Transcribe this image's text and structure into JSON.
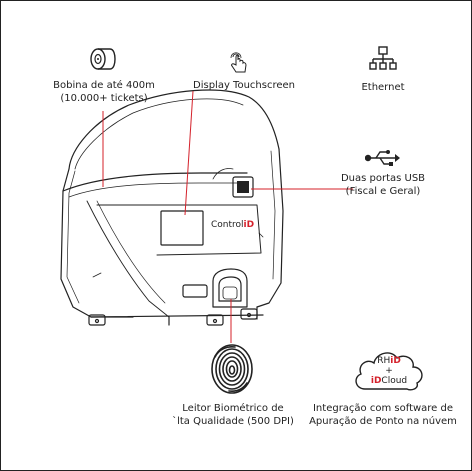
{
  "features": {
    "paper_roll": {
      "line1": "Bobina de até 400m",
      "line2": "(10.000+ tickets)"
    },
    "touchscreen": {
      "label": "Display Touchscreen"
    },
    "ethernet": {
      "label": "Ethernet"
    },
    "usb": {
      "line1": "Duas portas USB",
      "line2": "(Fiscal e Geral)"
    },
    "biometric": {
      "line1": "Leitor Biométrico de",
      "line2": "`lta Qualidade (500 DPI)"
    },
    "cloud_software": {
      "line1": "Integração com software de",
      "line2": "Apuração de Ponto na núvem"
    }
  },
  "device": {
    "brand_main": "Control",
    "brand_accent": "iD"
  },
  "cloud": {
    "line1_main": "RH",
    "line1_accent": "iD",
    "line2": "+",
    "line3_accent": "iD",
    "line3_main": "Cloud"
  },
  "colors": {
    "accent": "#d4202a",
    "line": "#222222"
  },
  "icons": [
    "paper-roll-icon",
    "touch-icon",
    "ethernet-icon",
    "usb-icon",
    "fingerprint-icon",
    "cloud-icon"
  ]
}
